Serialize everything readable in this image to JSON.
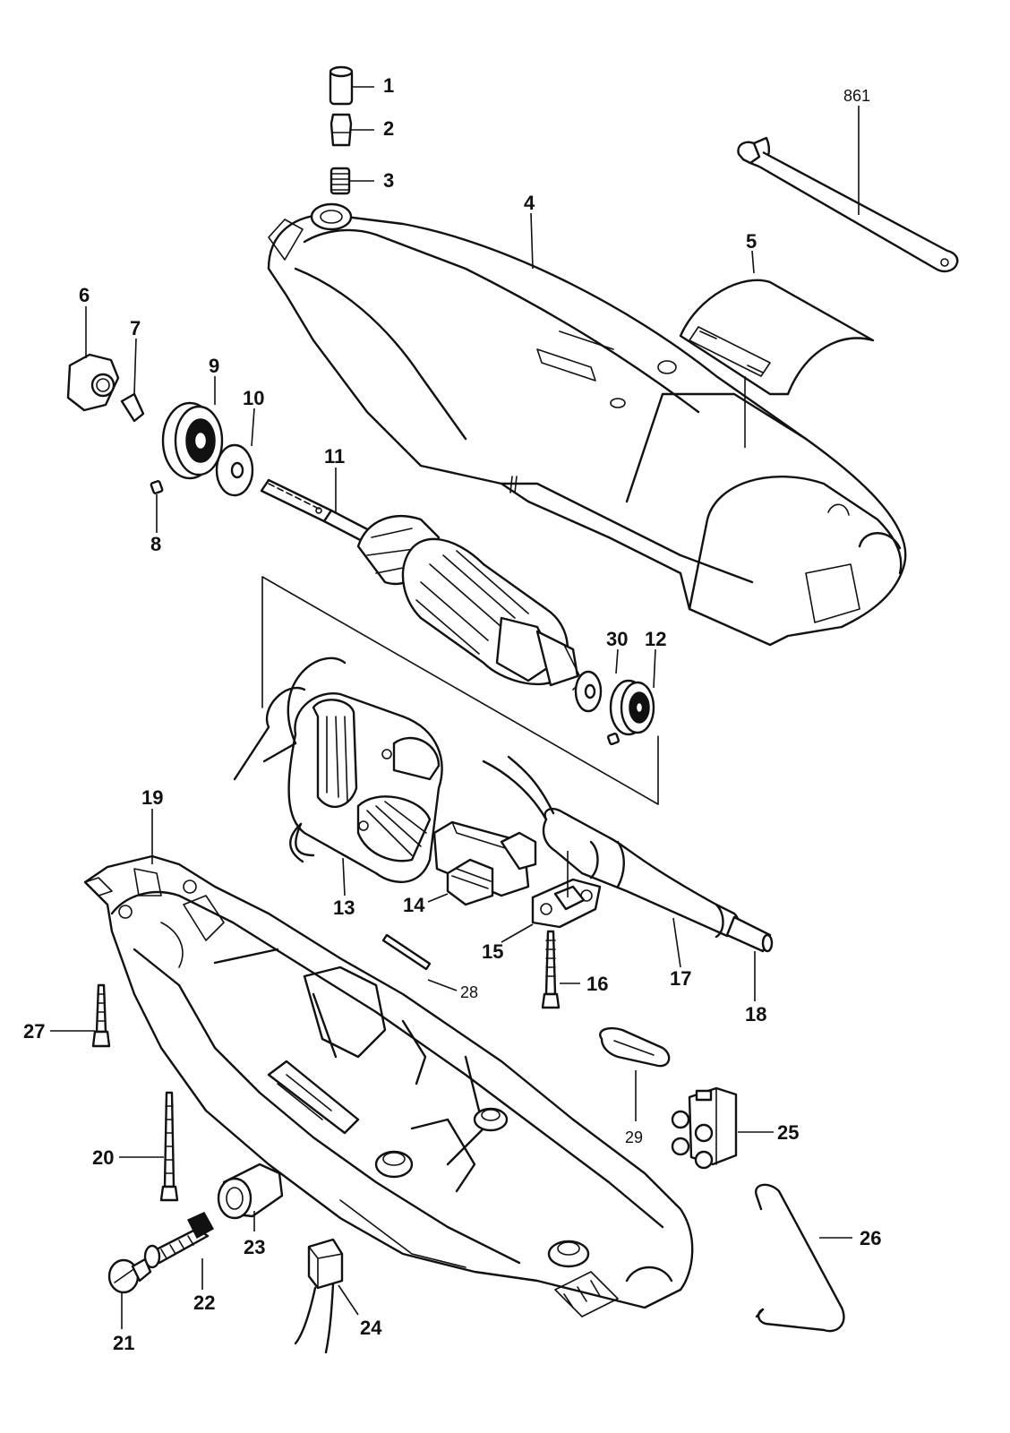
{
  "diagram": {
    "type": "exploded-parts-diagram",
    "labels": {
      "p1": "1",
      "p2": "2",
      "p3": "3",
      "p4": "4",
      "p5": "5",
      "p6": "6",
      "p7": "7",
      "p8": "8",
      "p9": "9",
      "p10": "10",
      "p11": "11",
      "p12": "12",
      "p13": "13",
      "p14": "14",
      "p15": "15",
      "p16": "16",
      "p17": "17",
      "p18": "18",
      "p19": "19",
      "p20": "20",
      "p21": "21",
      "p22": "22",
      "p23": "23",
      "p24": "24",
      "p25": "25",
      "p26": "26",
      "p27": "27",
      "p28": "28",
      "p29": "29",
      "p30": "30",
      "p861": "861"
    }
  }
}
